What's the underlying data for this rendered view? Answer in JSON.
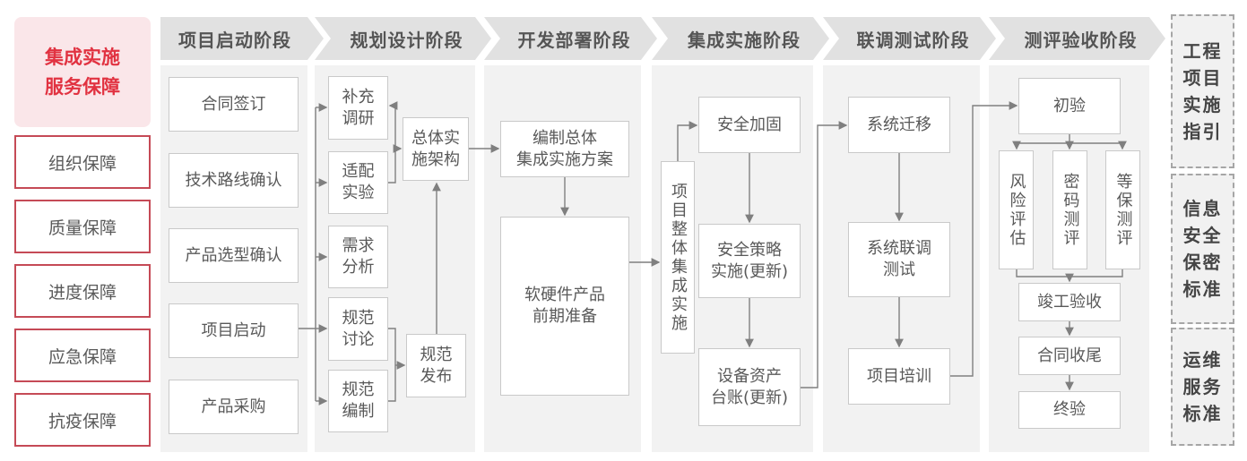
{
  "title_block": {
    "text": "集成实施\n服务保障"
  },
  "guarantees": [
    "组织保障",
    "质量保障",
    "进度保障",
    "应急保障",
    "抗疫保障"
  ],
  "phases": [
    {
      "label": "项目启动阶段"
    },
    {
      "label": "规划设计阶段"
    },
    {
      "label": "开发部署阶段"
    },
    {
      "label": "集成实施阶段"
    },
    {
      "label": "联调测试阶段"
    },
    {
      "label": "测评验收阶段"
    }
  ],
  "boxes": {
    "contract_signing": "合同签订",
    "tech_route_confirm": "技术路线确认",
    "product_selection_confirm": "产品选型确认",
    "project_kickoff": "项目启动",
    "product_procurement": "产品采购",
    "supplementary_research": "补充\n调研",
    "adaptation_test": "适配\n实验",
    "requirement_analysis": "需求\n分析",
    "spec_discussion": "规范\n讨论",
    "spec_drafting": "规范\n编制",
    "overall_impl_architecture": "总体实\n施架构",
    "spec_release": "规范\n发布",
    "compile_overall_plan": "编制总体\n集成实施方案",
    "hw_sw_preparation": "软硬件产品\n前期准备",
    "project_overall_integration": "项目整体集成实施",
    "security_hardening": "安全加固",
    "security_policy_impl": "安全策略\n实施(更新)",
    "asset_ledger_update": "设备资产\n台账(更新)",
    "system_migration": "系统迁移",
    "joint_debug_test": "系统联调\n测试",
    "project_training": "项目培训",
    "preliminary_acceptance": "初验",
    "risk_assessment": "风险评估",
    "crypto_evaluation": "密码测评",
    "classified_protection_eval": "等保测评",
    "completion_acceptance": "竣工验收",
    "contract_closure": "合同收尾",
    "final_acceptance": "终验"
  },
  "standards": [
    "工程项目实施指引",
    "信息安全保密标准",
    "运维服务标准"
  ],
  "colors": {
    "accent_red": "#e13241",
    "pink_bg": "#fae6e9",
    "red_border": "#c54a56",
    "band_bg": "#f2f2f2",
    "header_bg": "#e1e1e1",
    "box_border": "#c9c9c9",
    "connector": "#7f7f7f",
    "text_gray": "#595959"
  }
}
